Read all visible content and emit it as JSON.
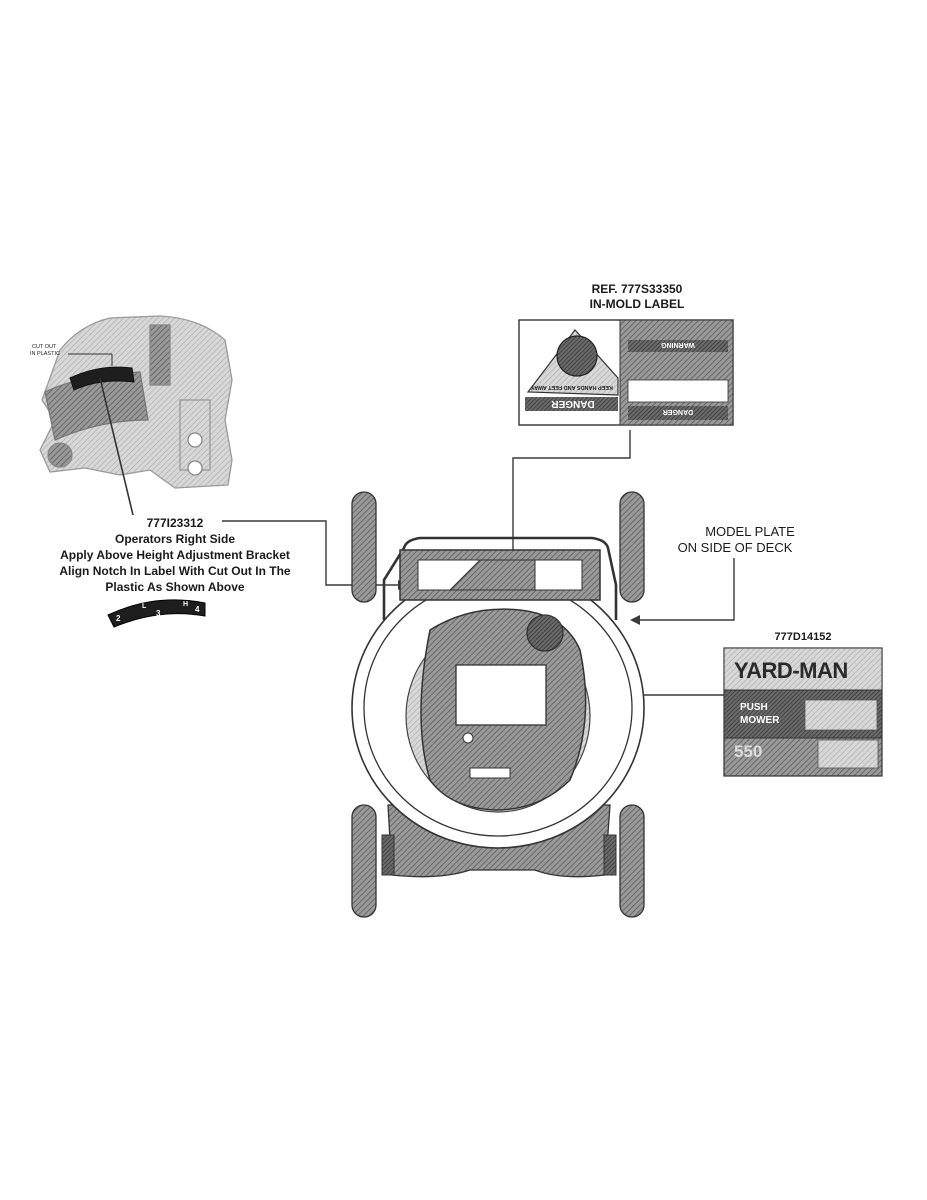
{
  "colors": {
    "line": "#3a3a3a",
    "fill_dark": "#555555",
    "fill_mid": "#8a8a8a",
    "fill_light": "#c8c8c8",
    "paper": "#ffffff"
  },
  "in_mold_label": {
    "ref_line1": "REF. 777S33350",
    "ref_line2": "IN-MOLD LABEL",
    "danger_word": "DANGER",
    "keep_hands": "KEEP HANDS AND FEET AWAY",
    "warning_word": "WARNING",
    "danger_small": "DANGER"
  },
  "height_label": {
    "cutout_line1": "CUT OUT",
    "cutout_line2": "IN PLASTIC",
    "part_number": "777I23312",
    "line1": "Operators Right Side",
    "line2": "Apply Above Height Adjustment Bracket",
    "line3": "Align Notch In Label With Cut Out In The",
    "line4": "Plastic As Shown Above",
    "notch_positions": [
      "2",
      "L",
      "3",
      "H",
      "4"
    ]
  },
  "model_plate": {
    "line1": "MODEL PLATE",
    "line2": "ON SIDE OF DECK"
  },
  "yardman_label": {
    "part_number": "777D14152",
    "brand": "YARD-MAN",
    "push": "PUSH",
    "mower": "MOWER",
    "model_number": "550"
  }
}
